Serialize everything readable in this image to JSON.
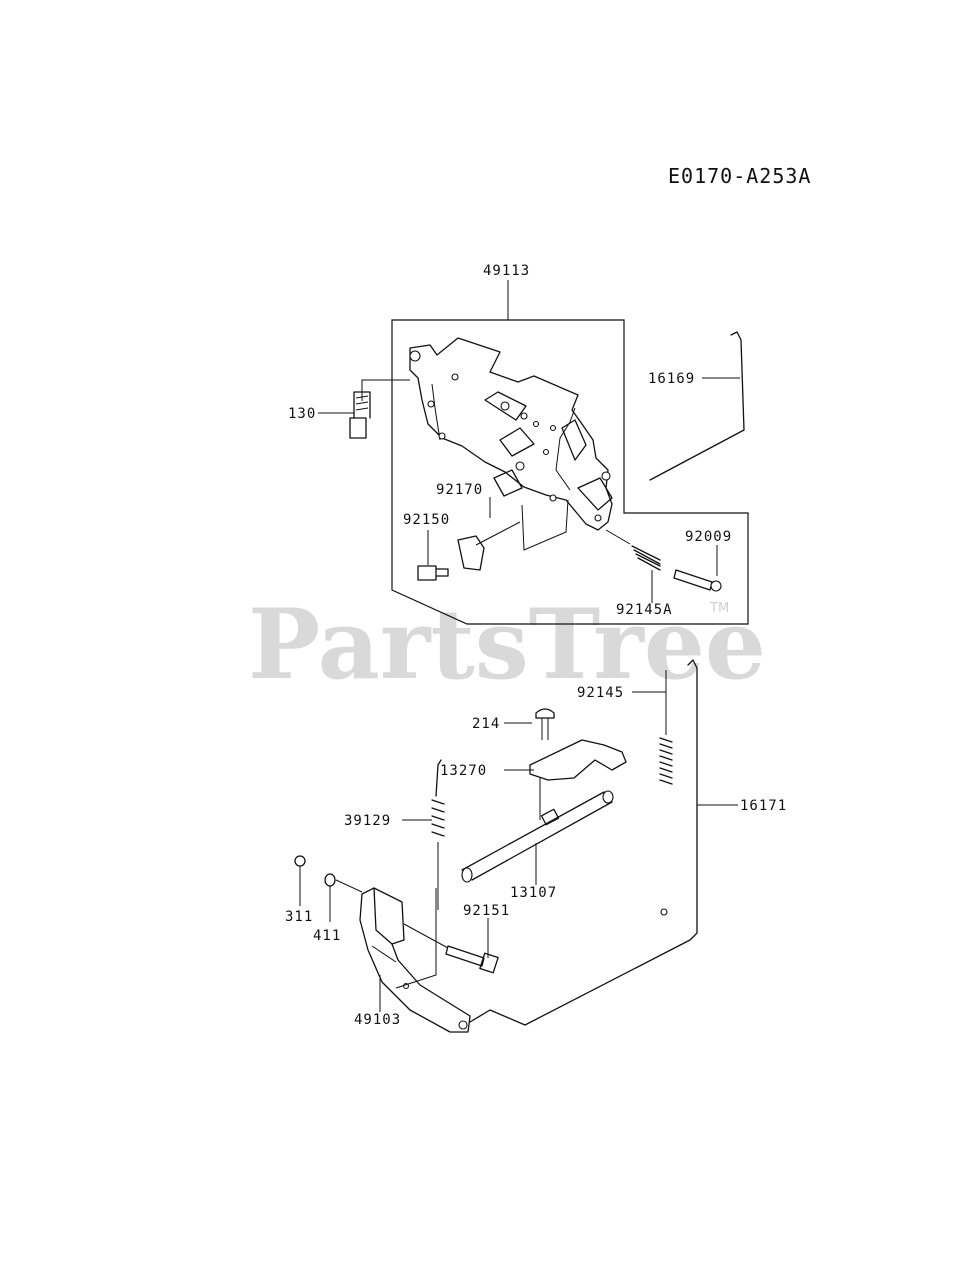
{
  "diagram_code": "E0170-A253A",
  "watermark": {
    "text": "PartsTree",
    "trademark": "TM"
  },
  "callouts": {
    "c49113": "49113",
    "c16169": "16169",
    "c130": "130",
    "c92170": "92170",
    "c92150": "92150",
    "c92009": "92009",
    "c92145A": "92145A",
    "c92145": "92145",
    "c214": "214",
    "c13270": "13270",
    "c39129": "39129",
    "c16171": "16171",
    "c13107": "13107",
    "c311": "311",
    "c411": "411",
    "c92151": "92151",
    "c49103": "49103"
  }
}
